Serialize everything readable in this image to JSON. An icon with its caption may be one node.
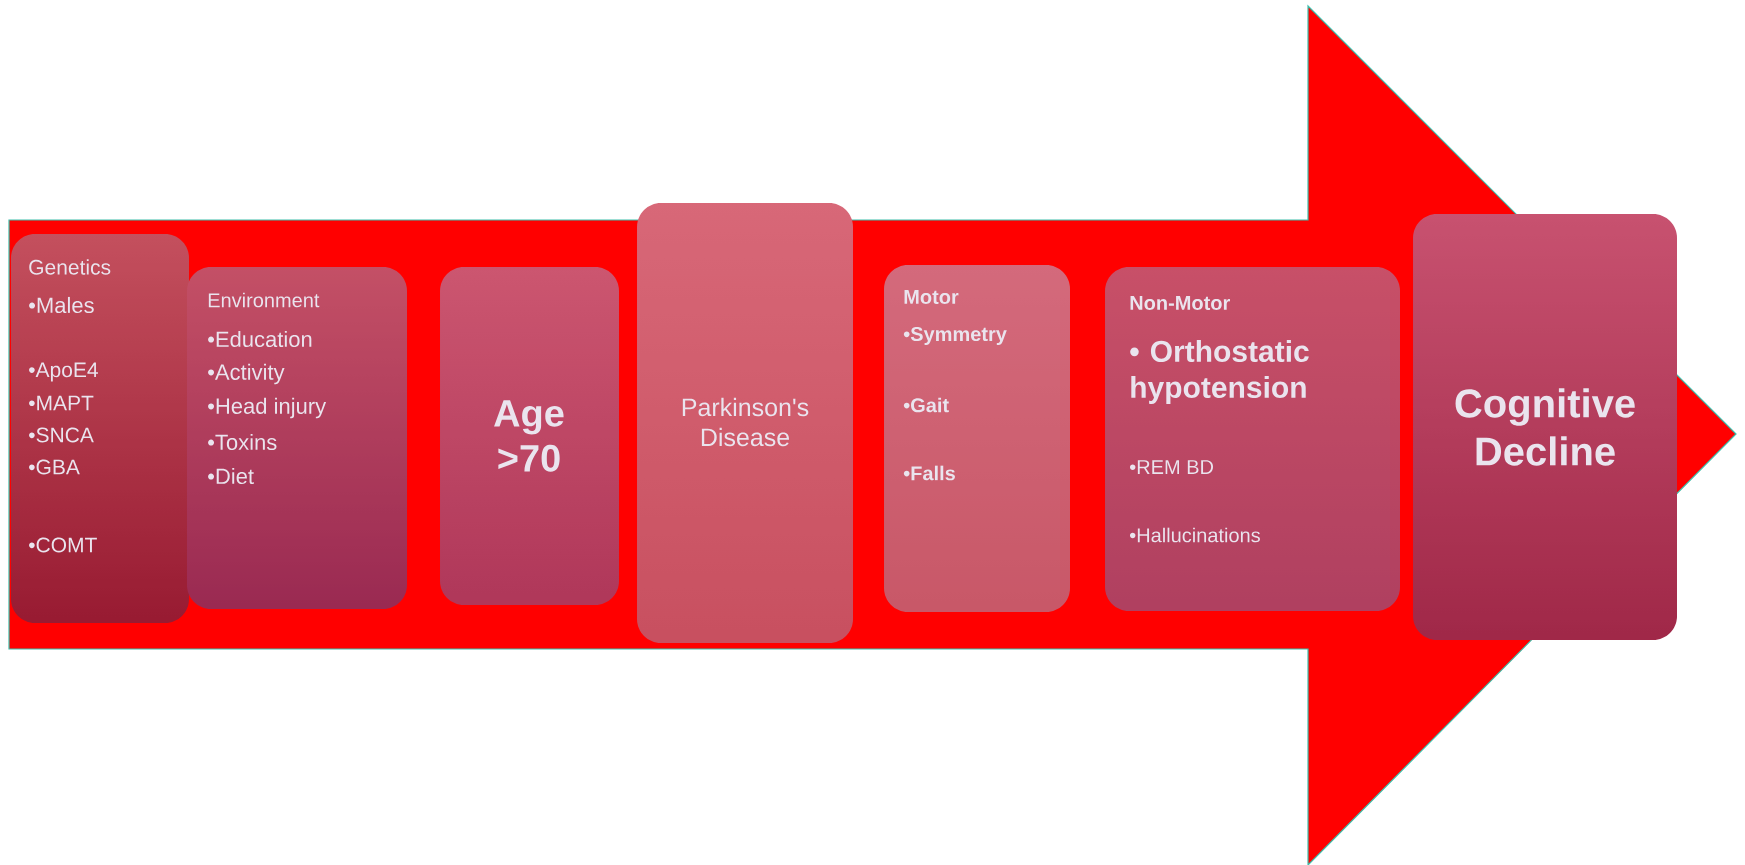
{
  "diagram": {
    "nodes": [
      {
        "text": [
          "Genetics",
          "•Males",
          "•ApoE4",
          "•MAPT",
          "•SNCA",
          "•GBA",
          "•COMT"
        ]
      },
      {
        "text": [
          "Environment",
          "•Education",
          "•Activity",
          "•Head injury",
          "•Toxins",
          "•Diet"
        ]
      },
      {
        "text": [
          "Age >70"
        ]
      },
      {
        "text": [
          "Parkinson's Disease"
        ]
      },
      {
        "text": [
          "Motor",
          "•Symmetry",
          "•Gait",
          "•Falls"
        ]
      },
      {
        "text": [
          "Non-Motor",
          "• Orthostatic hypotension",
          "•REM BD",
          "•Hallucinations"
        ]
      },
      {
        "text": [
          "Cognitive Decline"
        ]
      }
    ]
  }
}
